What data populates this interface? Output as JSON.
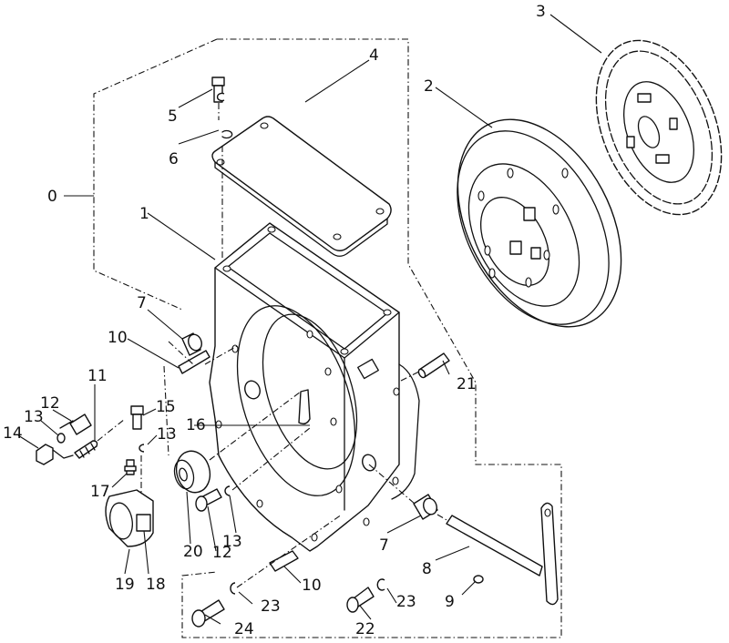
{
  "diagram": {
    "title": "Clutch housing assembly - exploded view",
    "colors": {
      "ink": "#111111",
      "background": "#ffffff"
    },
    "callouts": [
      {
        "id": "c0",
        "text": "0"
      },
      {
        "id": "c1",
        "text": "1"
      },
      {
        "id": "c2",
        "text": "2"
      },
      {
        "id": "c3",
        "text": "3"
      },
      {
        "id": "c4",
        "text": "4"
      },
      {
        "id": "c5",
        "text": "5"
      },
      {
        "id": "c6",
        "text": "6"
      },
      {
        "id": "c7a",
        "text": "7"
      },
      {
        "id": "c7b",
        "text": "7"
      },
      {
        "id": "c8",
        "text": "8"
      },
      {
        "id": "c9",
        "text": "9"
      },
      {
        "id": "c10a",
        "text": "10"
      },
      {
        "id": "c10b",
        "text": "10"
      },
      {
        "id": "c11",
        "text": "11"
      },
      {
        "id": "c12a",
        "text": "12"
      },
      {
        "id": "c12b",
        "text": "12"
      },
      {
        "id": "c13a",
        "text": "13"
      },
      {
        "id": "c13b",
        "text": "13"
      },
      {
        "id": "c13c",
        "text": "13"
      },
      {
        "id": "c14",
        "text": "14"
      },
      {
        "id": "c15",
        "text": "15"
      },
      {
        "id": "c16",
        "text": "16"
      },
      {
        "id": "c17",
        "text": "17"
      },
      {
        "id": "c18",
        "text": "18"
      },
      {
        "id": "c19",
        "text": "19"
      },
      {
        "id": "c20",
        "text": "20"
      },
      {
        "id": "c21",
        "text": "21"
      },
      {
        "id": "c22",
        "text": "22"
      },
      {
        "id": "c23a",
        "text": "23"
      },
      {
        "id": "c23b",
        "text": "23"
      },
      {
        "id": "c24",
        "text": "24"
      }
    ]
  }
}
